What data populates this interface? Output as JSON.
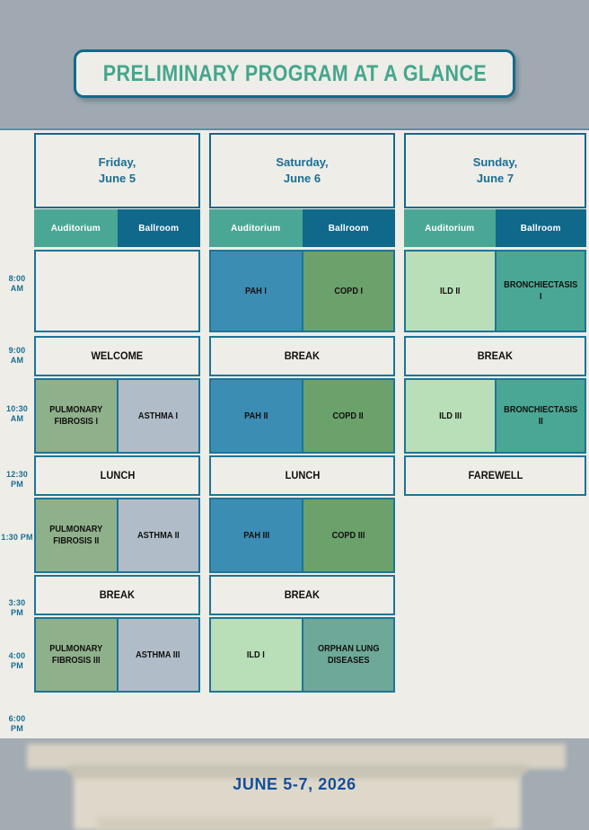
{
  "header": {
    "title": "PRELIMINARY PROGRAM AT A GLANCE"
  },
  "footer": {
    "dates": "JUNE 5-7, 2026"
  },
  "colors": {
    "band": "#A0A9B2",
    "paper": "#EEEDE8",
    "border_teal": "#1C7596",
    "title_text": "#44A68D",
    "day_text": "#1A6E94",
    "time_text": "#196E91",
    "room_auditorium": "#4BA795",
    "room_ballroom": "#10688B",
    "footer_text": "#154F9B"
  },
  "time_labels": [
    {
      "text": "8:00\nAM",
      "line1": "8:00",
      "line2": "AM"
    },
    {
      "text": "9:00\nAM",
      "line1": "9:00",
      "line2": "AM"
    },
    {
      "text": "10:30\nAM",
      "line1": "10:30",
      "line2": "AM"
    },
    {
      "text": "12:30\nPM",
      "line1": "12:30",
      "line2": "PM"
    },
    {
      "text": "1:30 PM",
      "line1": "1:30 PM",
      "line2": ""
    },
    {
      "text": "3:30\nPM",
      "line1": "3:30",
      "line2": "PM"
    },
    {
      "text": "4:00\nPM",
      "line1": "4:00",
      "line2": "PM"
    },
    {
      "text": "6:00\nPM",
      "line1": "6:00",
      "line2": "PM"
    }
  ],
  "days": [
    {
      "id": "friday",
      "line1": "Friday,",
      "line2": "June 5",
      "rooms": {
        "auditorium": "Auditorium",
        "ballroom": "Ballroom"
      },
      "blocks": [
        {
          "kind": "empty",
          "slots": [
            {
              "label": "",
              "color": "cream"
            }
          ]
        },
        {
          "kind": "banner",
          "slots": [
            {
              "label": "WELCOME",
              "color": "cream"
            }
          ]
        },
        {
          "kind": "session",
          "slots": [
            {
              "label": "PULMONARY FIBROSIS I",
              "color": "green"
            },
            {
              "label": "ASTHMA I",
              "color": "bluegray"
            }
          ]
        },
        {
          "kind": "banner",
          "slots": [
            {
              "label": "LUNCH",
              "color": "cream"
            }
          ]
        },
        {
          "kind": "session",
          "slots": [
            {
              "label": "PULMONARY FIBROSIS II",
              "color": "green"
            },
            {
              "label": "ASTHMA II",
              "color": "bluegray"
            }
          ]
        },
        {
          "kind": "banner",
          "slots": [
            {
              "label": "BREAK",
              "color": "cream"
            }
          ]
        },
        {
          "kind": "session",
          "slots": [
            {
              "label": "PULMONARY FIBROSIS III",
              "color": "green"
            },
            {
              "label": "ASTHMA III",
              "color": "bluegray"
            }
          ]
        }
      ]
    },
    {
      "id": "saturday",
      "line1": "Saturday,",
      "line2": "June 6",
      "rooms": {
        "auditorium": "Auditorium",
        "ballroom": "Ballroom"
      },
      "blocks": [
        {
          "kind": "session",
          "slots": [
            {
              "label": "PAH I",
              "color": "blue"
            },
            {
              "label": "COPD I",
              "color": "midgreen"
            }
          ]
        },
        {
          "kind": "banner",
          "slots": [
            {
              "label": "BREAK",
              "color": "cream"
            }
          ]
        },
        {
          "kind": "session",
          "slots": [
            {
              "label": "PAH II",
              "color": "blue"
            },
            {
              "label": "COPD II",
              "color": "midgreen"
            }
          ]
        },
        {
          "kind": "banner",
          "slots": [
            {
              "label": "LUNCH",
              "color": "cream"
            }
          ]
        },
        {
          "kind": "session",
          "slots": [
            {
              "label": "PAH III",
              "color": "blue"
            },
            {
              "label": "COPD III",
              "color": "midgreen"
            }
          ]
        },
        {
          "kind": "banner",
          "slots": [
            {
              "label": "BREAK",
              "color": "cream"
            }
          ]
        },
        {
          "kind": "session",
          "slots": [
            {
              "label": "ILD I",
              "color": "lightgrn"
            },
            {
              "label": "ORPHAN LUNG DISEASES",
              "color": "dullteal"
            }
          ]
        }
      ]
    },
    {
      "id": "sunday",
      "line1": "Sunday,",
      "line2": "June 7",
      "rooms": {
        "auditorium": "Auditorium",
        "ballroom": "Ballroom"
      },
      "blocks": [
        {
          "kind": "session",
          "slots": [
            {
              "label": "ILD II",
              "color": "lightgrn"
            },
            {
              "label": "BRONCHIECTASIS I",
              "color": "teal"
            }
          ]
        },
        {
          "kind": "banner",
          "slots": [
            {
              "label": "BREAK",
              "color": "cream"
            }
          ]
        },
        {
          "kind": "session",
          "slots": [
            {
              "label": "ILD III",
              "color": "lightgrn"
            },
            {
              "label": "BRONCHIECTASIS II",
              "color": "teal"
            }
          ]
        },
        {
          "kind": "banner",
          "slots": [
            {
              "label": "FAREWELL",
              "color": "cream"
            }
          ]
        }
      ]
    }
  ]
}
